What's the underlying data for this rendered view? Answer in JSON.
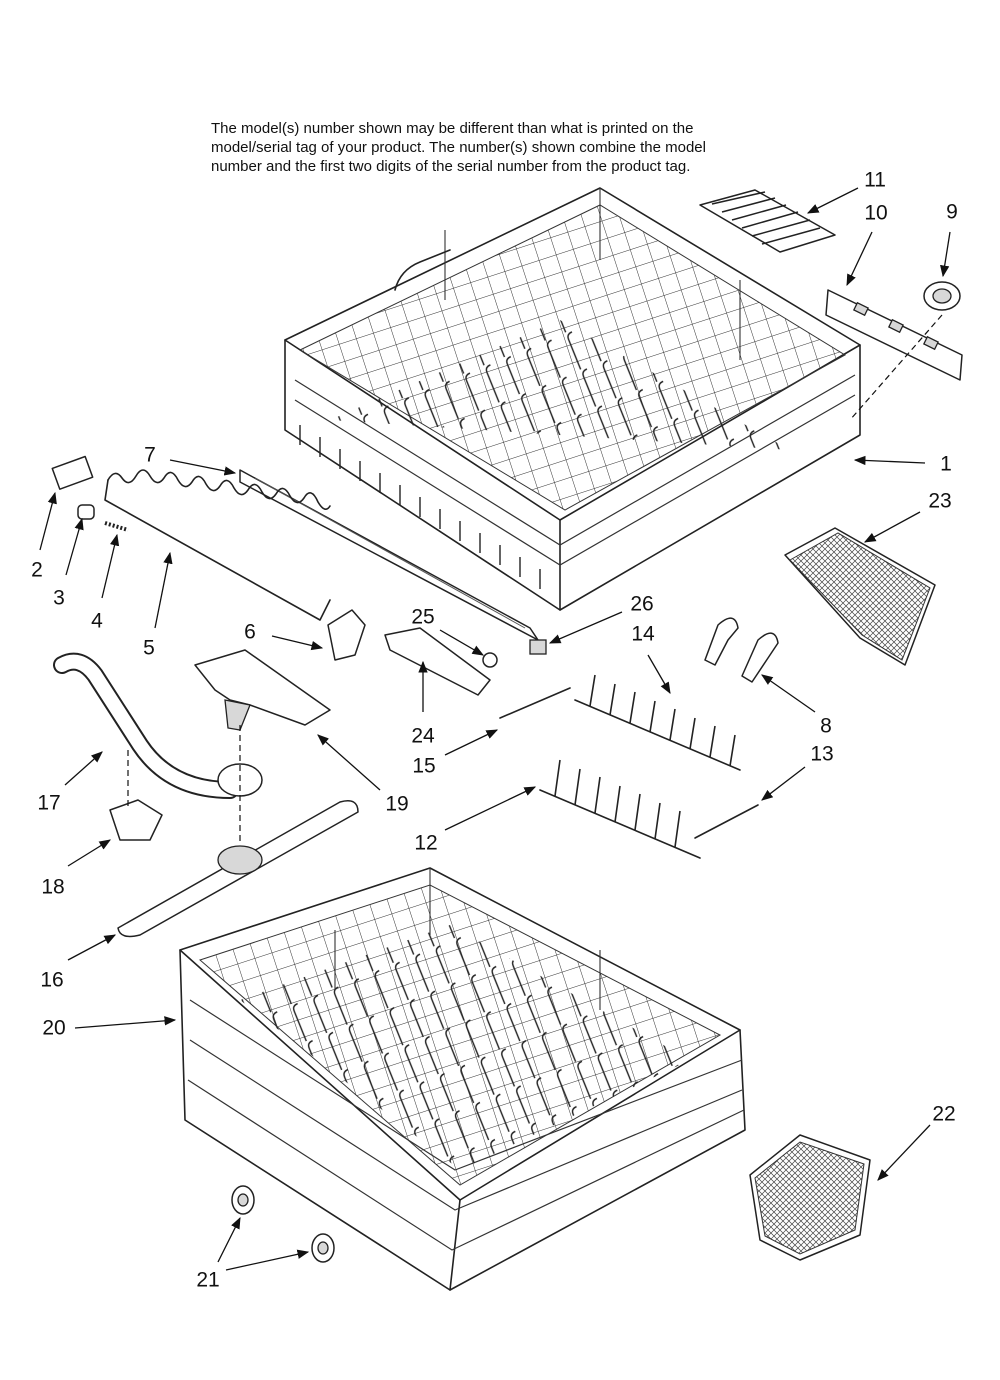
{
  "note": {
    "lines": [
      "The model(s) number shown may be different than what is printed on the",
      "model/serial tag of your product. The number(s) shown combine the model",
      "number and the first two digits of the serial number from the product tag."
    ]
  },
  "parts": [
    {
      "id": "p1",
      "label": "1"
    },
    {
      "id": "p2",
      "label": "2"
    },
    {
      "id": "p3",
      "label": "3"
    },
    {
      "id": "p4",
      "label": "4"
    },
    {
      "id": "p5",
      "label": "5"
    },
    {
      "id": "p6",
      "label": "6"
    },
    {
      "id": "p7",
      "label": "7"
    },
    {
      "id": "p8",
      "label": "8"
    },
    {
      "id": "p9",
      "label": "9"
    },
    {
      "id": "p10",
      "label": "10"
    },
    {
      "id": "p11",
      "label": "11"
    },
    {
      "id": "p12",
      "label": "12"
    },
    {
      "id": "p13",
      "label": "13"
    },
    {
      "id": "p14",
      "label": "14"
    },
    {
      "id": "p15",
      "label": "15"
    },
    {
      "id": "p16",
      "label": "16"
    },
    {
      "id": "p17",
      "label": "17"
    },
    {
      "id": "p18",
      "label": "18"
    },
    {
      "id": "p19",
      "label": "19"
    },
    {
      "id": "p20",
      "label": "20"
    },
    {
      "id": "p21",
      "label": "21"
    },
    {
      "id": "p22",
      "label": "22"
    },
    {
      "id": "p23",
      "label": "23"
    },
    {
      "id": "p24",
      "label": "24"
    },
    {
      "id": "p25",
      "label": "25"
    },
    {
      "id": "p26",
      "label": "26"
    }
  ]
}
